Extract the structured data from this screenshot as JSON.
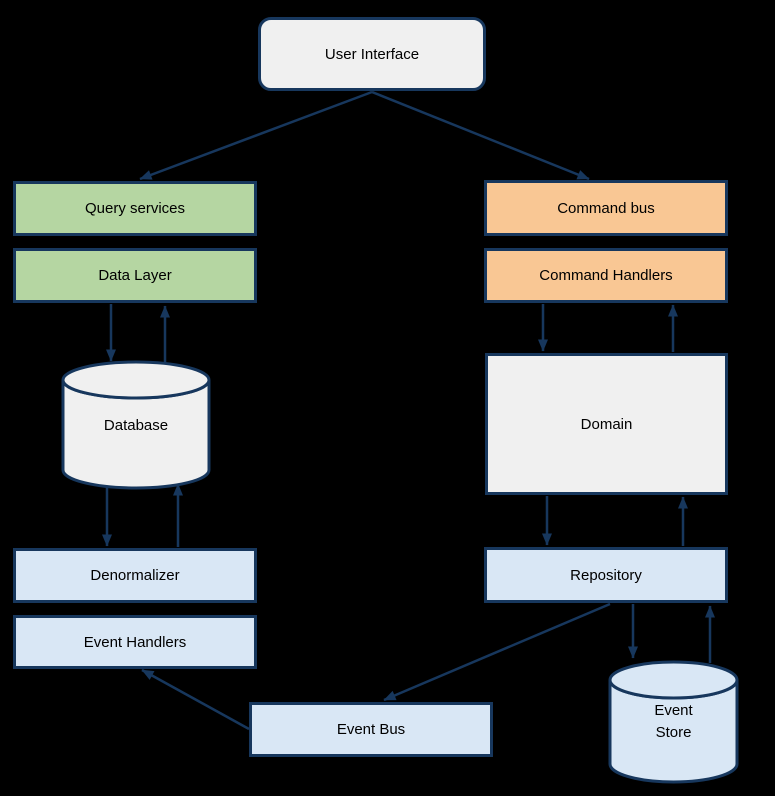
{
  "diagram": {
    "type": "architecture-flow-diagram",
    "colors": {
      "background": "#000000",
      "border_and_arrows": "#17375d",
      "gray_fill": "#f0f0f0",
      "green_fill": "#b5d6a2",
      "orange_fill": "#f9c794",
      "blue_fill": "#d9e7f5",
      "text": "#000000"
    },
    "nodes": {
      "user_interface": {
        "label": "User Interface",
        "shape": "rounded-rectangle",
        "fill": "#f0f0f0"
      },
      "query_services": {
        "label": "Query services",
        "shape": "rectangle",
        "fill": "#b5d6a2"
      },
      "data_layer": {
        "label": "Data Layer",
        "shape": "rectangle",
        "fill": "#b5d6a2"
      },
      "database": {
        "label": "Database",
        "shape": "cylinder",
        "fill": "#f0f0f0"
      },
      "denormalizer": {
        "label": "Denormalizer",
        "shape": "rectangle",
        "fill": "#d9e7f5"
      },
      "event_handlers": {
        "label": "Event Handlers",
        "shape": "rectangle",
        "fill": "#d9e7f5"
      },
      "command_bus": {
        "label": "Command bus",
        "shape": "rectangle",
        "fill": "#f9c794"
      },
      "command_handlers": {
        "label": "Command Handlers",
        "shape": "rectangle",
        "fill": "#f9c794"
      },
      "domain": {
        "label": "Domain",
        "shape": "rectangle",
        "fill": "#f0f0f0"
      },
      "repository": {
        "label": "Repository",
        "shape": "rectangle",
        "fill": "#d9e7f5"
      },
      "event_store": {
        "label": "Event Store",
        "shape": "cylinder",
        "fill": "#d9e7f5"
      },
      "event_bus": {
        "label": "Event Bus",
        "shape": "rectangle",
        "fill": "#d9e7f5"
      }
    },
    "edges": [
      {
        "from": "User Interface",
        "to": "Query services"
      },
      {
        "from": "User Interface",
        "to": "Command bus"
      },
      {
        "from": "Data Layer",
        "to": "Database"
      },
      {
        "from": "Database",
        "to": "Data Layer"
      },
      {
        "from": "Database",
        "to": "Denormalizer"
      },
      {
        "from": "Denormalizer",
        "to": "Database"
      },
      {
        "from": "Event Bus",
        "to": "Event Handlers"
      },
      {
        "from": "Command Handlers",
        "to": "Domain"
      },
      {
        "from": "Domain",
        "to": "Command Handlers"
      },
      {
        "from": "Domain",
        "to": "Repository"
      },
      {
        "from": "Repository",
        "to": "Domain"
      },
      {
        "from": "Repository",
        "to": "Event Bus"
      },
      {
        "from": "Repository",
        "to": "Event Store"
      },
      {
        "from": "Event Store",
        "to": "Repository"
      }
    ]
  }
}
